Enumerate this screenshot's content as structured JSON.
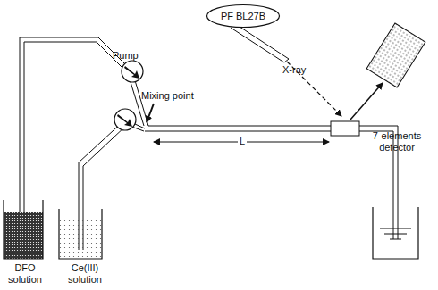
{
  "diagram": {
    "nodes": [
      {
        "text": [
          "PF BL27B"
        ]
      }
    ],
    "labels": [
      "X-ray",
      "7-elements detector",
      "Pump",
      "Mixing point",
      "L",
      "DFO solution",
      "Ce(III) solution"
    ]
  }
}
